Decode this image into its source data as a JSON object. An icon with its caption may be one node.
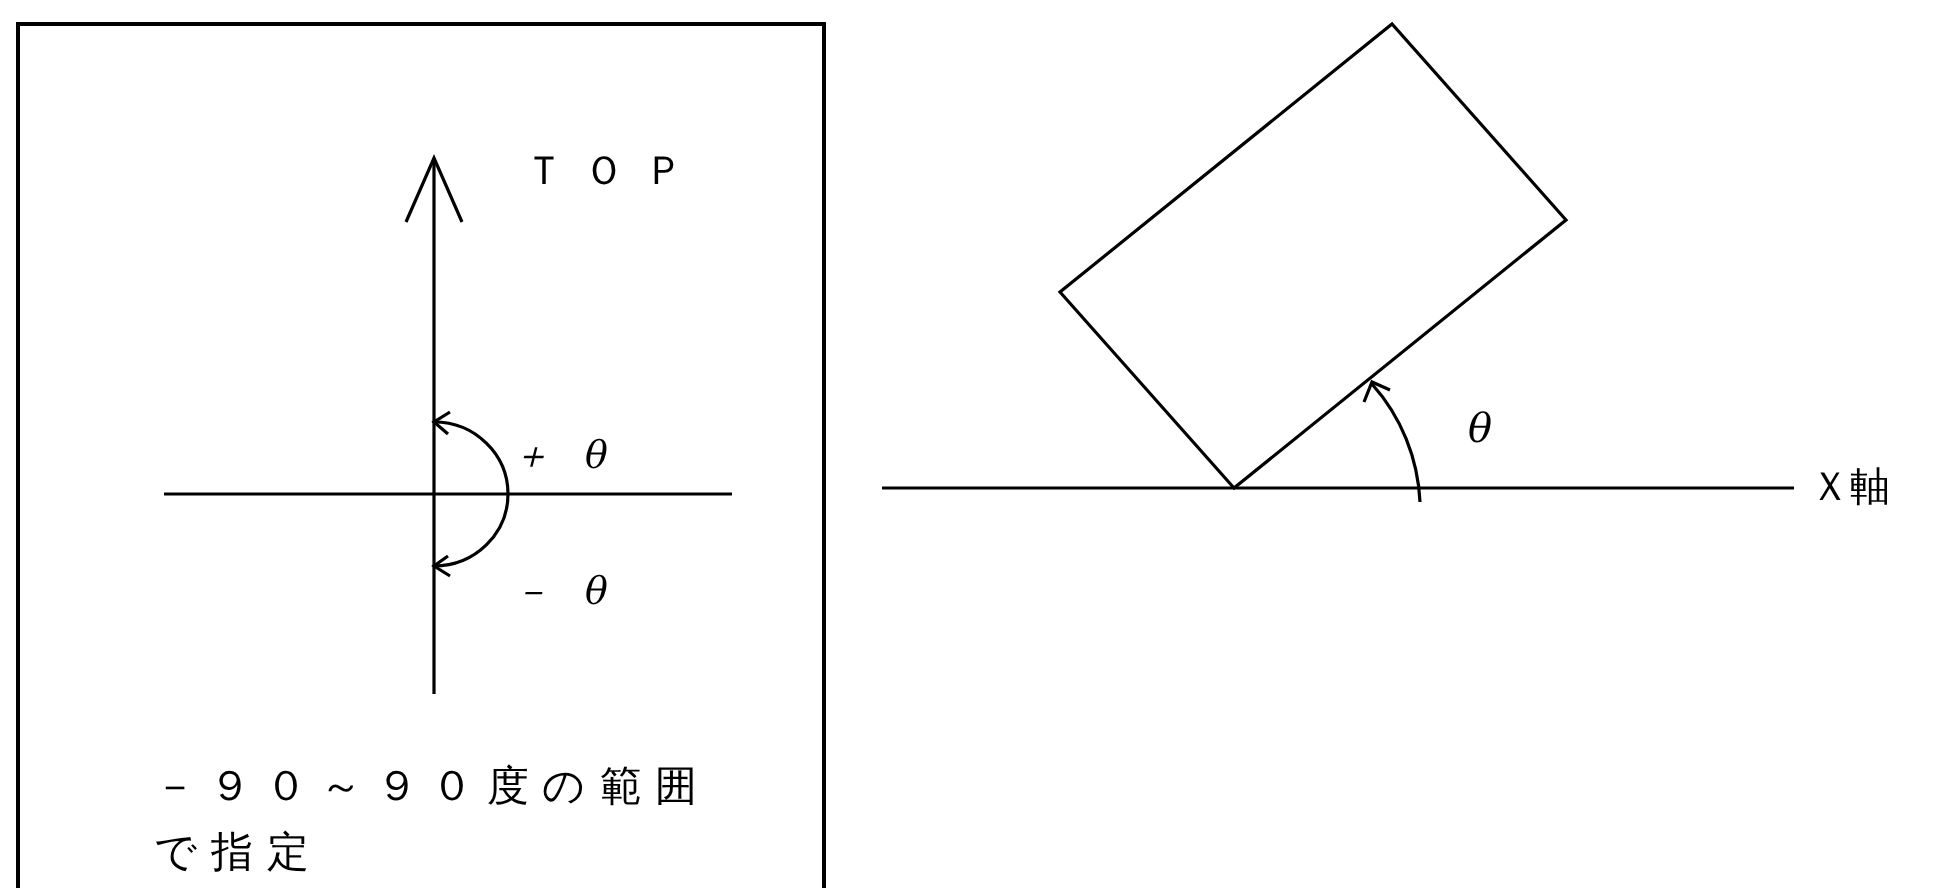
{
  "diagram": {
    "nodes": [
      {
        "text": [
          "ＴＯＰ",
          "＋ θ",
          "－ θ",
          "－９０～９０度の範囲で指定"
        ]
      }
    ],
    "labels": [
      "θ",
      "Ｘ軸"
    ]
  }
}
